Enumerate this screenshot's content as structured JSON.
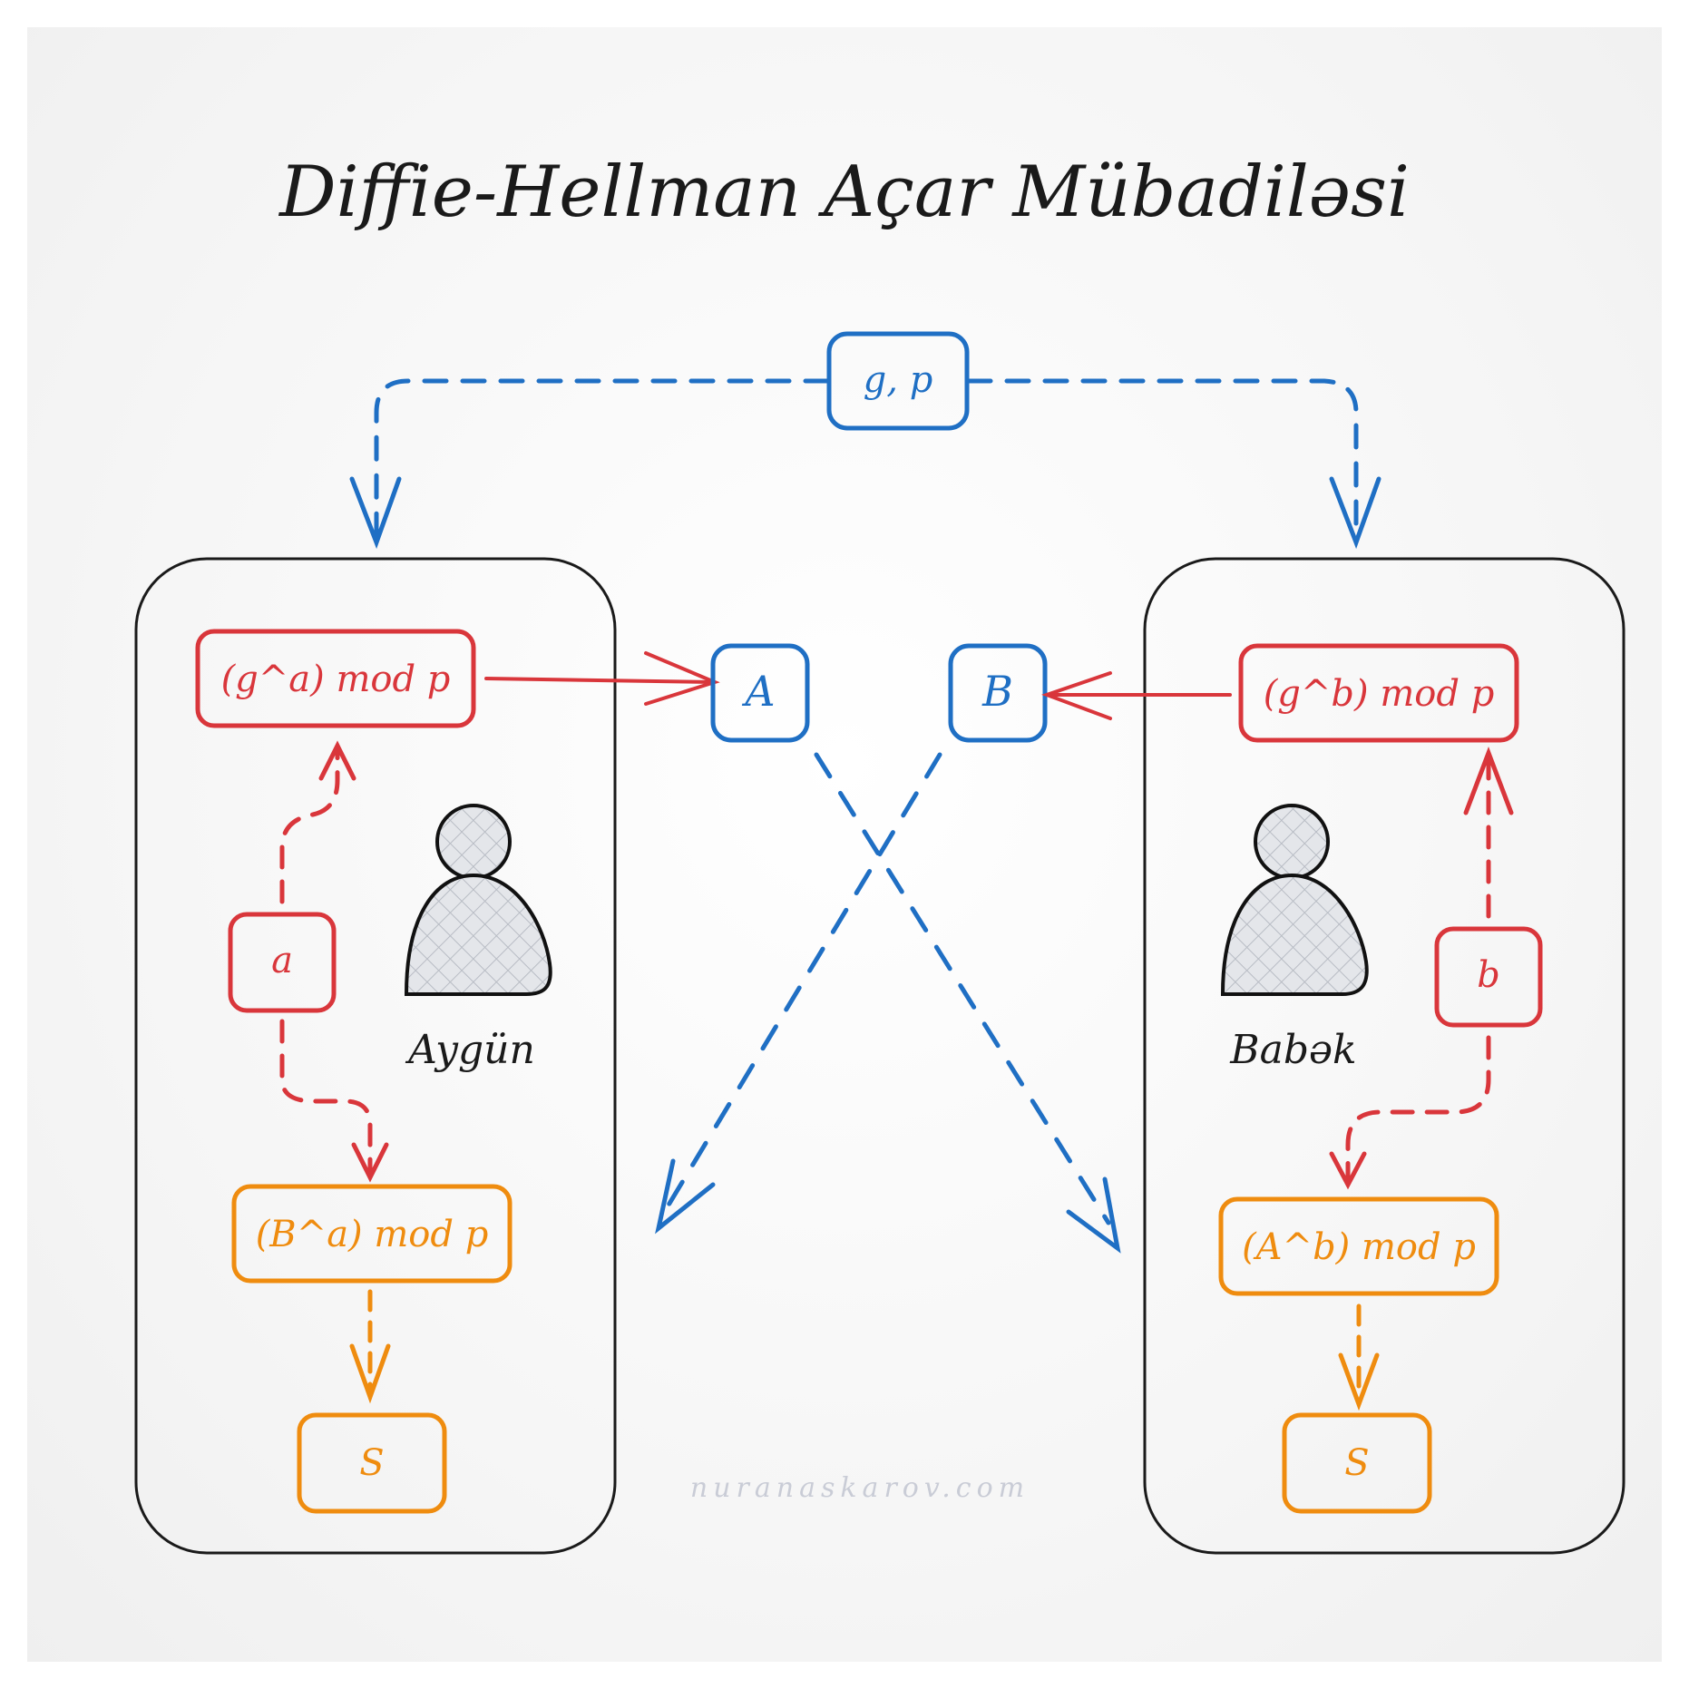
{
  "title": "Diffie-Hellman Açar Mübadiləsi",
  "shared_params": "g, p",
  "left": {
    "person": "Aygün",
    "public_calc": "(g^a) mod p",
    "private_key": "a",
    "secret_calc": "(B^a) mod p",
    "secret": "S"
  },
  "right": {
    "person": "Babək",
    "public_calc": "(g^b) mod p",
    "private_key": "b",
    "secret_calc": "(A^b) mod p",
    "secret": "S"
  },
  "public_values": {
    "a": "A",
    "b": "B"
  },
  "watermark": "nuranaskarov.com",
  "colors": {
    "red": "#d9363b",
    "blue": "#1f6fc4",
    "orange": "#ef8c0f",
    "ink": "#1a1a1a"
  }
}
